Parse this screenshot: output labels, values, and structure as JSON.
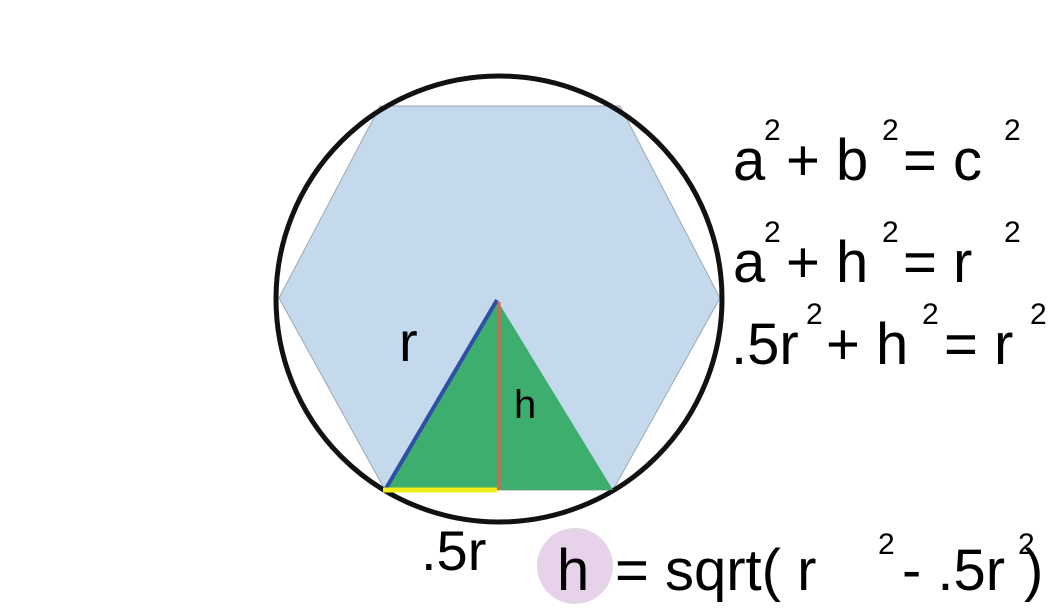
{
  "labels": {
    "radius": "r",
    "height": "h",
    "half_radius": ".5r"
  },
  "equations": {
    "line1": {
      "a": "a",
      "plus": "+ b",
      "eq": "= c",
      "exp": "2"
    },
    "line2": {
      "a": "a",
      "plus": "+ h",
      "eq": "= r",
      "exp": "2"
    },
    "line3": {
      "a": ".5r",
      "plus": "+ h",
      "eq": "= r",
      "exp": "2"
    },
    "result": {
      "h": "h",
      "rest_1": "= sqrt( r",
      "rest_2": "- .5r",
      "rest_3": ")",
      "exp": "2"
    }
  },
  "colors": {
    "hexagon_fill": "#c5d9ed",
    "triangle_fill": "#3dae6e",
    "radius_line": "#2f4fa8",
    "height_line": "#d9644a",
    "base_line": "#f2ee1c",
    "circle_stroke": "#111111",
    "highlight": "#e6d3e9"
  }
}
